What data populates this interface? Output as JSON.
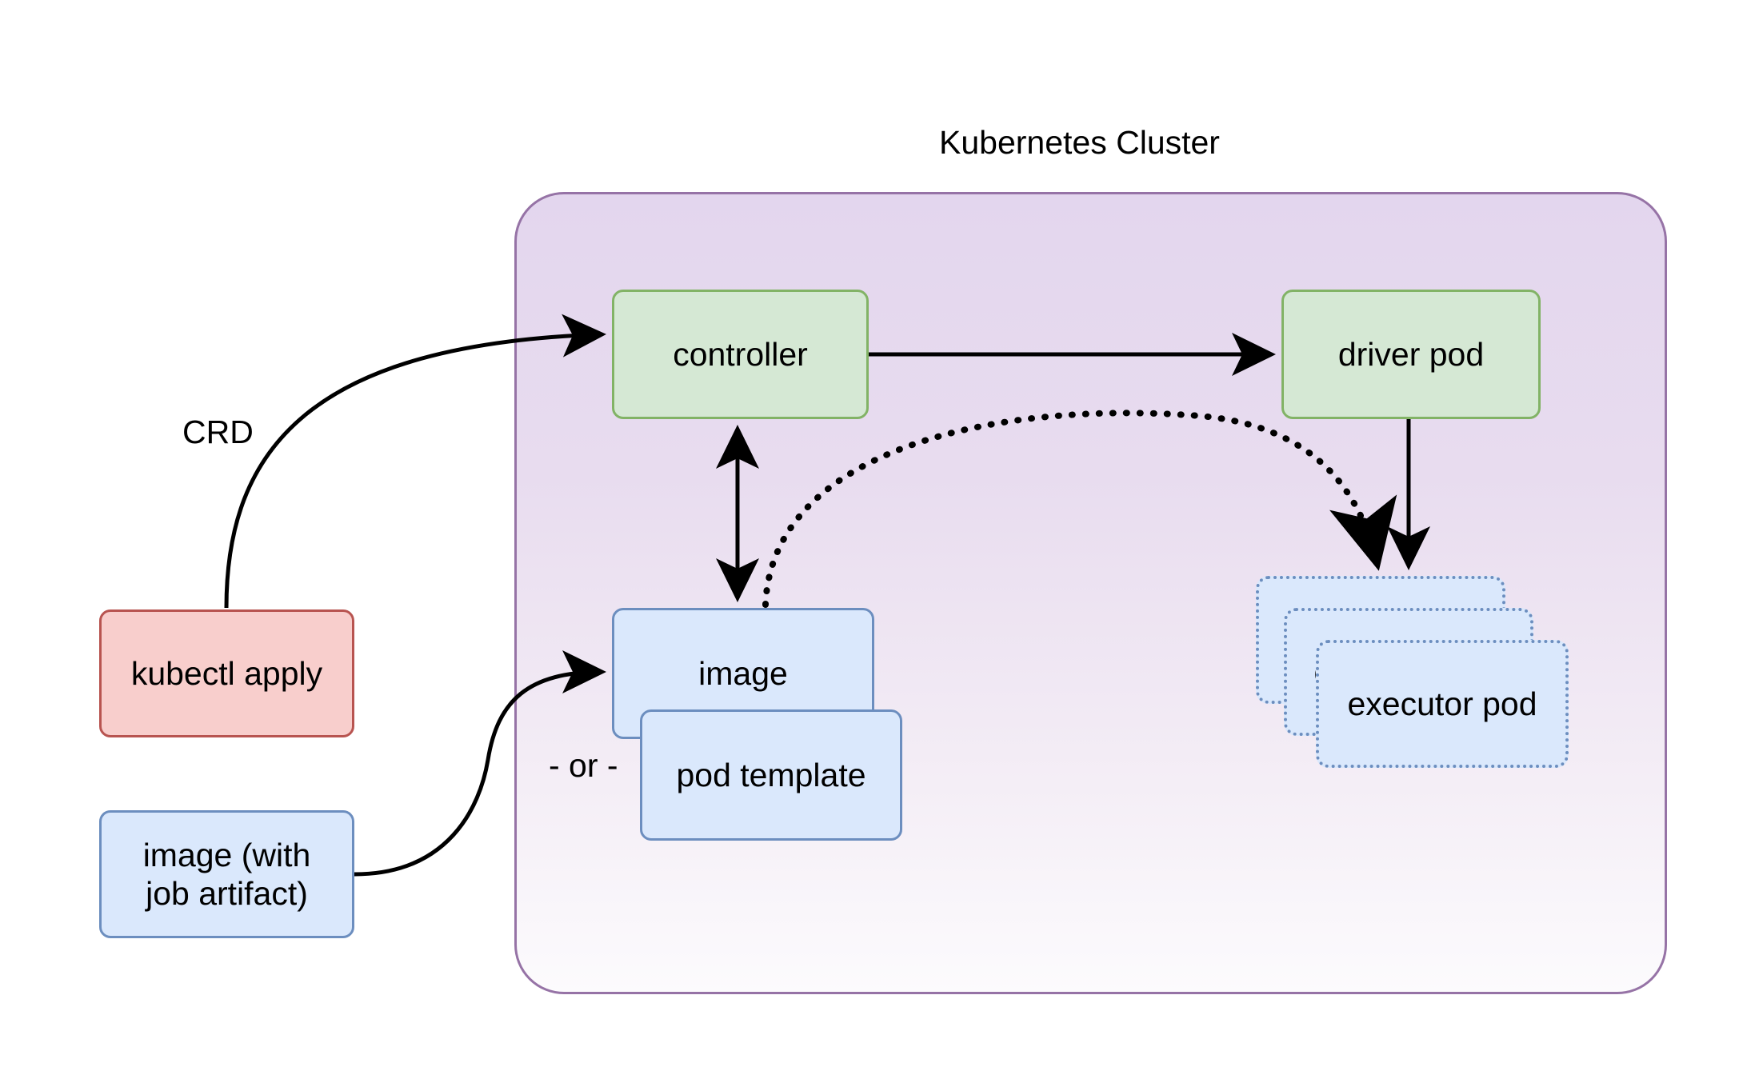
{
  "diagram": {
    "title": "Kubernetes Cluster",
    "cluster": {
      "label": "Kubernetes Cluster",
      "border_color": "#9673a6",
      "fill_top": "#e3d6ee",
      "fill_bottom": "#fcfbfd"
    },
    "nodes": [
      {
        "id": "controller",
        "label": "controller",
        "style": "green",
        "fill": "#d5e8d4",
        "stroke": "#82b366"
      },
      {
        "id": "driver_pod",
        "label": "driver pod",
        "style": "green",
        "fill": "#d5e8d4",
        "stroke": "#82b366"
      },
      {
        "id": "image",
        "label": "image",
        "style": "blue",
        "fill": "#dae8fc",
        "stroke": "#6c8ebf"
      },
      {
        "id": "pod_template",
        "label": "pod template",
        "style": "blue",
        "fill": "#dae8fc",
        "stroke": "#6c8ebf"
      },
      {
        "id": "kubectl",
        "label": "kubectl apply",
        "style": "red",
        "fill": "#f8cecc",
        "stroke": "#b85450"
      },
      {
        "id": "artifact_l1",
        "label": "image (with",
        "style": "blue",
        "fill": "#dae8fc",
        "stroke": "#6c8ebf"
      },
      {
        "id": "artifact_l2",
        "label": "job artifact)",
        "style": "blue",
        "fill": "#dae8fc",
        "stroke": "#6c8ebf"
      },
      {
        "id": "exec_back",
        "label": "executor pod",
        "style": "dotted",
        "fill": "#dae8fc",
        "stroke": "#6c8ebf"
      },
      {
        "id": "exec_mid",
        "label": "executor pod",
        "style": "dotted",
        "fill": "#dae8fc",
        "stroke": "#6c8ebf"
      },
      {
        "id": "exec_front",
        "label": "executor pod",
        "style": "dotted",
        "fill": "#dae8fc",
        "stroke": "#6c8ebf"
      }
    ],
    "edge_labels": {
      "crd": "CRD",
      "or": "- or -"
    },
    "edges": [
      {
        "from": "kubectl",
        "to": "controller",
        "label": "CRD",
        "style": "solid",
        "arrow": "single"
      },
      {
        "from": "controller",
        "to": "driver_pod",
        "label": "",
        "style": "solid",
        "arrow": "single"
      },
      {
        "from": "controller",
        "to": "image",
        "label": "",
        "style": "solid",
        "arrow": "double"
      },
      {
        "from": "image",
        "to": "exec_back",
        "label": "",
        "style": "dotted",
        "arrow": "single"
      },
      {
        "from": "driver_pod",
        "to": "exec_back",
        "label": "",
        "style": "solid",
        "arrow": "single"
      },
      {
        "from": "artifact_l1",
        "to": "image",
        "label": "- or -",
        "style": "solid",
        "arrow": "single"
      }
    ]
  }
}
